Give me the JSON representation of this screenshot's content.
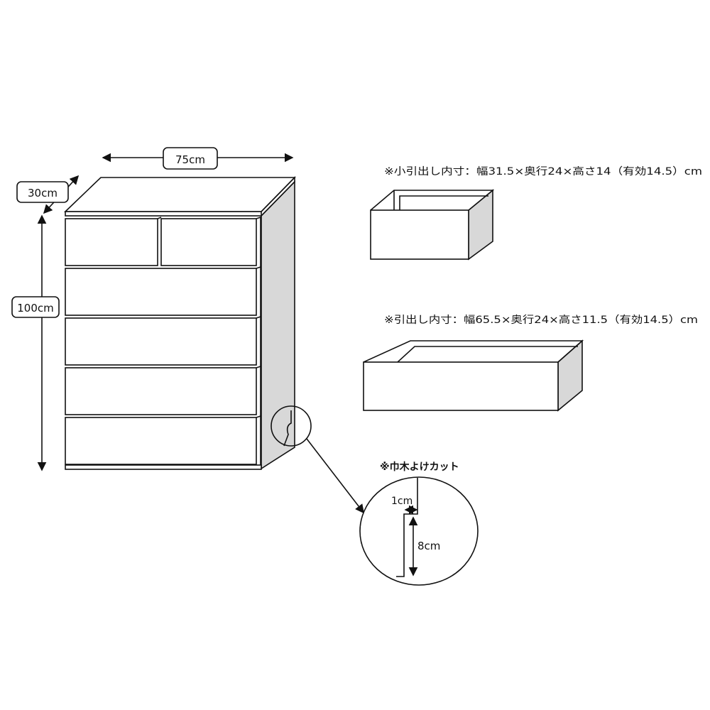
{
  "dimensions": {
    "width": "75cm",
    "depth": "30cm",
    "height": "100cm"
  },
  "small_drawer_note": "※小引出し内寸：幅31.5×奥行24×高さ14（有効14.5）cm",
  "drawer_note": "※引出し内寸：幅65.5×奥行24×高さ11.5（有効14.5）cm",
  "cut_detail": {
    "title": "※巾木よけカット",
    "width_label": "1cm",
    "height_label": "8cm"
  },
  "colors": {
    "line": "#111111",
    "side_panel": "#d8d8d8"
  }
}
